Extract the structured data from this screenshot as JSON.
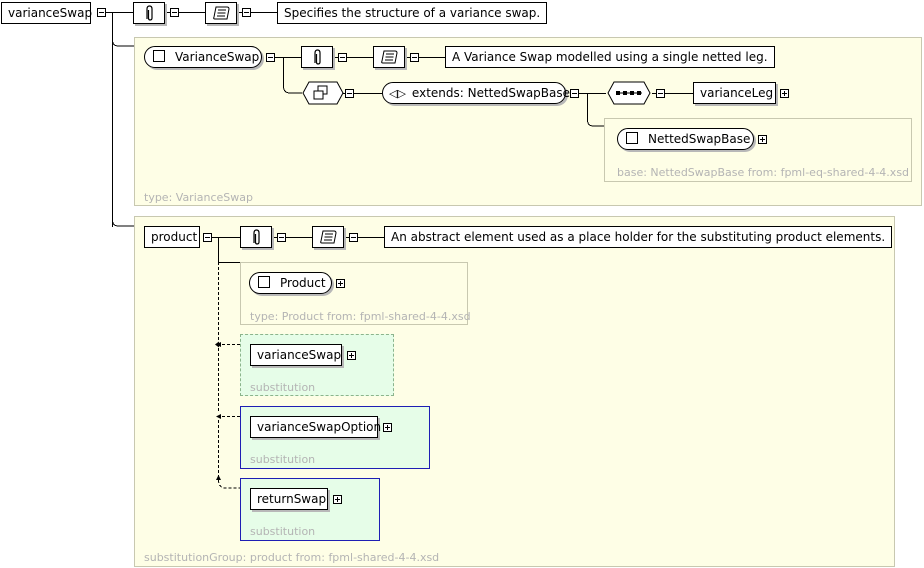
{
  "root": {
    "name": "varianceSwap",
    "annotation": "Specifies the structure of a variance swap."
  },
  "type_panel": {
    "type_name": "VarianceSwap",
    "annotation": "A Variance Swap modelled using a single netted leg.",
    "extends_label": "extends: NettedSwapBase",
    "child": "varianceLeg",
    "base_type": "NettedSwapBase",
    "base_caption": "base: NettedSwapBase from: fpml-eq-shared-4-4.xsd",
    "caption": "type: VarianceSwap"
  },
  "group_panel": {
    "name": "product",
    "annotation": "An abstract element used as a place holder for the substituting product elements.",
    "type_name": "Product",
    "type_caption": "type: Product from: fpml-shared-4-4.xsd",
    "substitutions": [
      {
        "name": "varianceSwap",
        "caption": "substitution"
      },
      {
        "name": "varianceSwapOption",
        "caption": "substitution"
      },
      {
        "name": "returnSwap",
        "caption": "substitution"
      }
    ],
    "caption": "substitutionGroup: product from: fpml-shared-4-4.xsd"
  },
  "colors": {
    "panel_bg": "#fefee6",
    "substitution_bg": "#e6fde8",
    "substitution_border": "#1e1eb4",
    "caption": "#b4b4b4"
  }
}
